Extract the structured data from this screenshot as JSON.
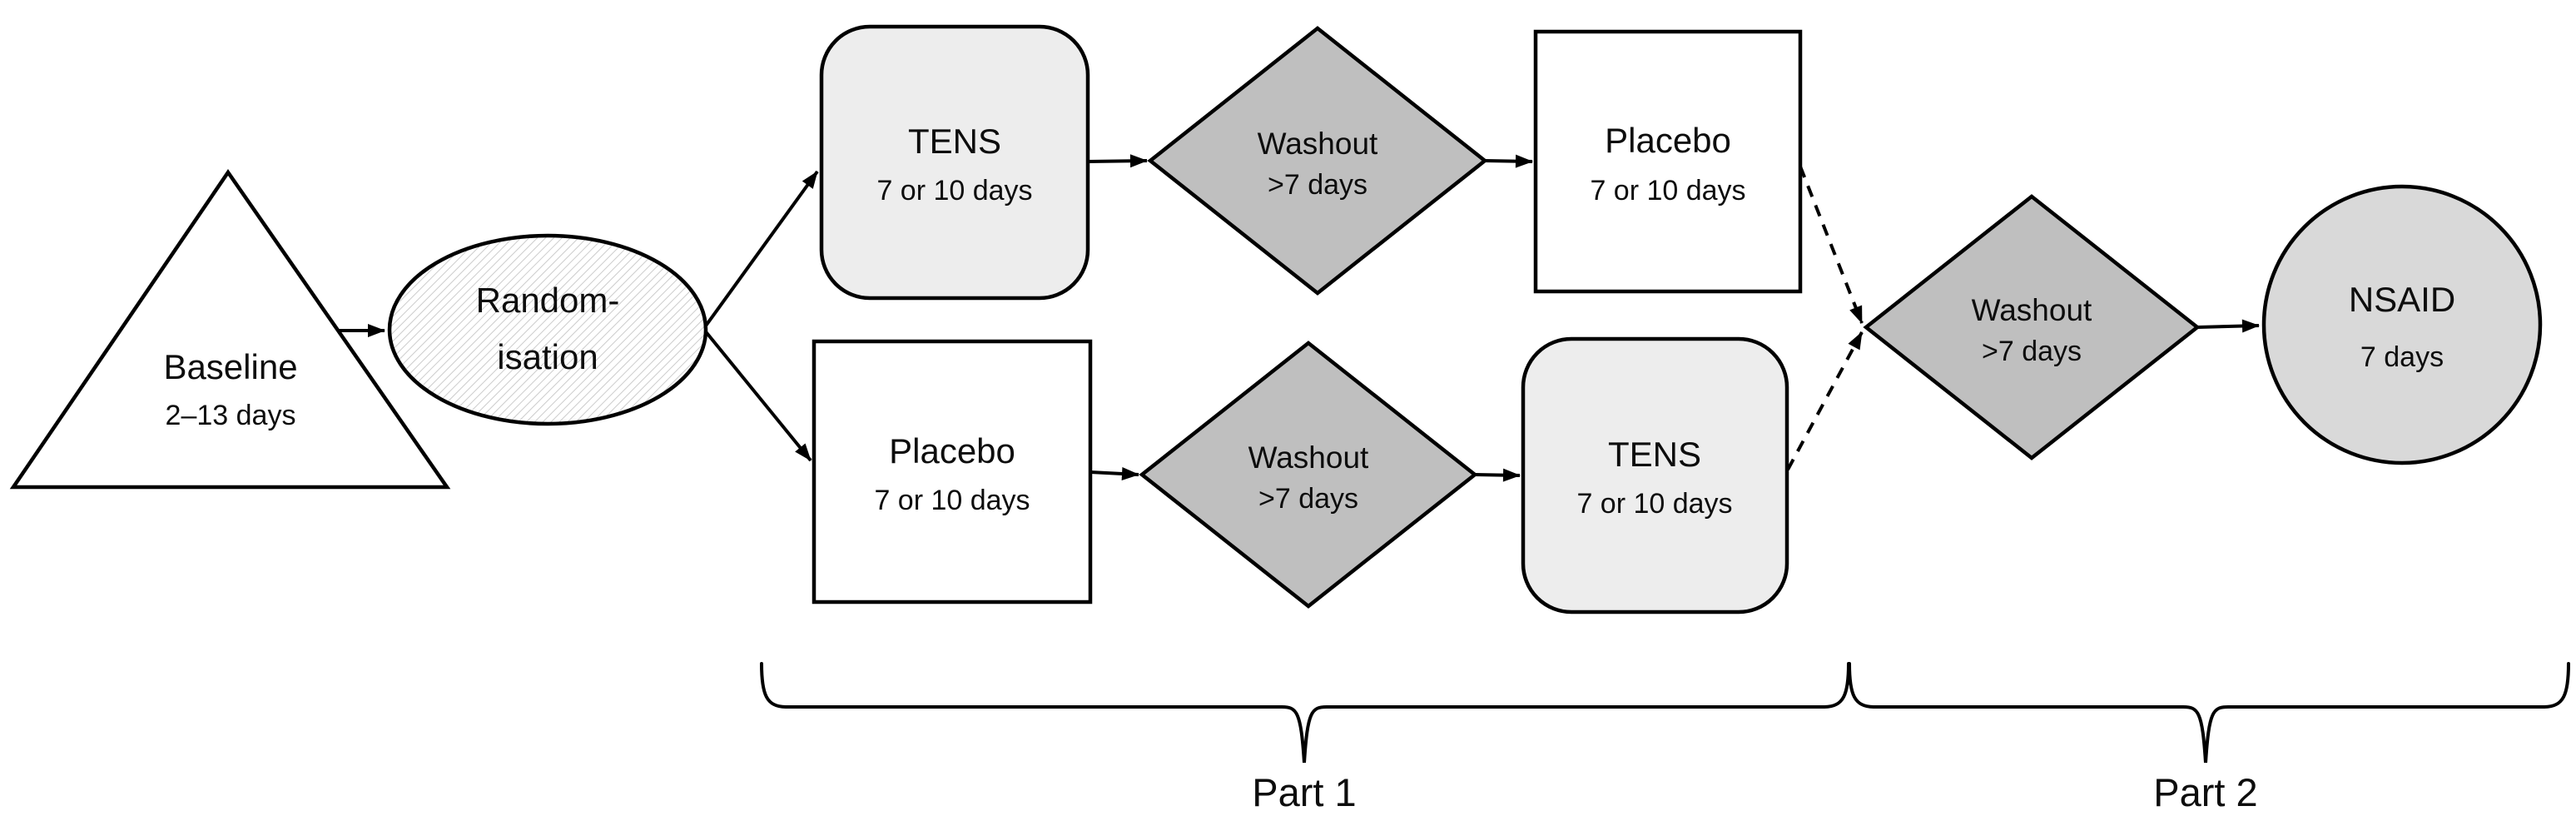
{
  "figure": {
    "type": "study-flow-diagram",
    "nodes": {
      "baseline": {
        "label": "Baseline",
        "sublabel": "2–13 days"
      },
      "randomisation": {
        "line1": "Random-",
        "line2": "isation"
      },
      "tens_period1": {
        "label": "TENS",
        "sublabel": "7 or 10 days"
      },
      "washout_arm1": {
        "label": "Washout",
        "sublabel": ">7 days"
      },
      "placebo_period2": {
        "label": "Placebo",
        "sublabel": "7 or 10 days"
      },
      "placebo_period1": {
        "label": "Placebo",
        "sublabel": "7 or 10 days"
      },
      "washout_arm2": {
        "label": "Washout",
        "sublabel": ">7 days"
      },
      "tens_period2": {
        "label": "TENS",
        "sublabel": "7 or 10 days"
      },
      "washout_part2": {
        "label": "Washout",
        "sublabel": ">7 days"
      },
      "nsaid": {
        "label": "NSAID",
        "sublabel": "7 days"
      }
    },
    "braces": {
      "part1": "Part 1",
      "part2": "Part 2"
    },
    "colors": {
      "diamond_fill": "#bfbfbf",
      "rounded_box_fill": "#ededed",
      "circle_fill": "#d9d9d9",
      "plain_box_fill": "#ffffff",
      "triangle_fill": "#ffffff"
    }
  }
}
